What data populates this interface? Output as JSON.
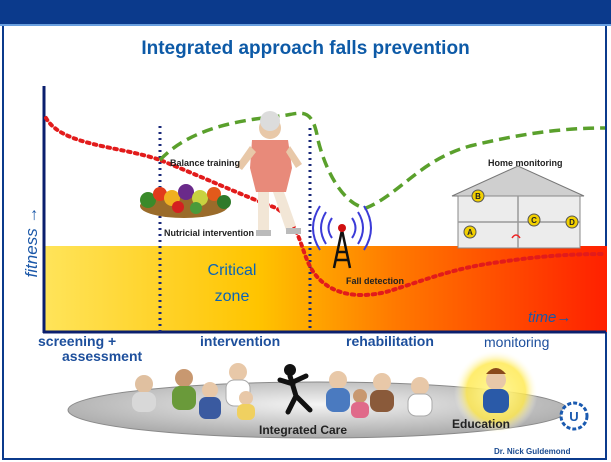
{
  "title": "Integrated approach falls prevention",
  "axes": {
    "y_label": "fitness →",
    "x_label": "time→"
  },
  "zone": {
    "line1": "Critical",
    "line2": "zone"
  },
  "labels": {
    "balance": "Balance training",
    "nutrition": "Nutricial intervention",
    "fall": "Fall detection",
    "home": "Home monitoring"
  },
  "phases": {
    "screening_line1": "screening +",
    "screening_line2": "assessment",
    "intervention": "intervention",
    "rehabilitation": "rehabilitation",
    "monitoring": "monitoring"
  },
  "bottom": {
    "integrated_care": "Integrated Care",
    "education": "Education",
    "author": "Dr. Nick Guldemond",
    "logo_letter": "U"
  },
  "house_markers": [
    "B",
    "C",
    "A",
    "D"
  ],
  "colors": {
    "header": "#0b3a8c",
    "green_curve": "#5aa02c",
    "red_curve": "#e21b1b",
    "phase_divider": "#1a2a7a",
    "zone_start": "#ffd84a",
    "zone_end": "#ff2a00"
  }
}
